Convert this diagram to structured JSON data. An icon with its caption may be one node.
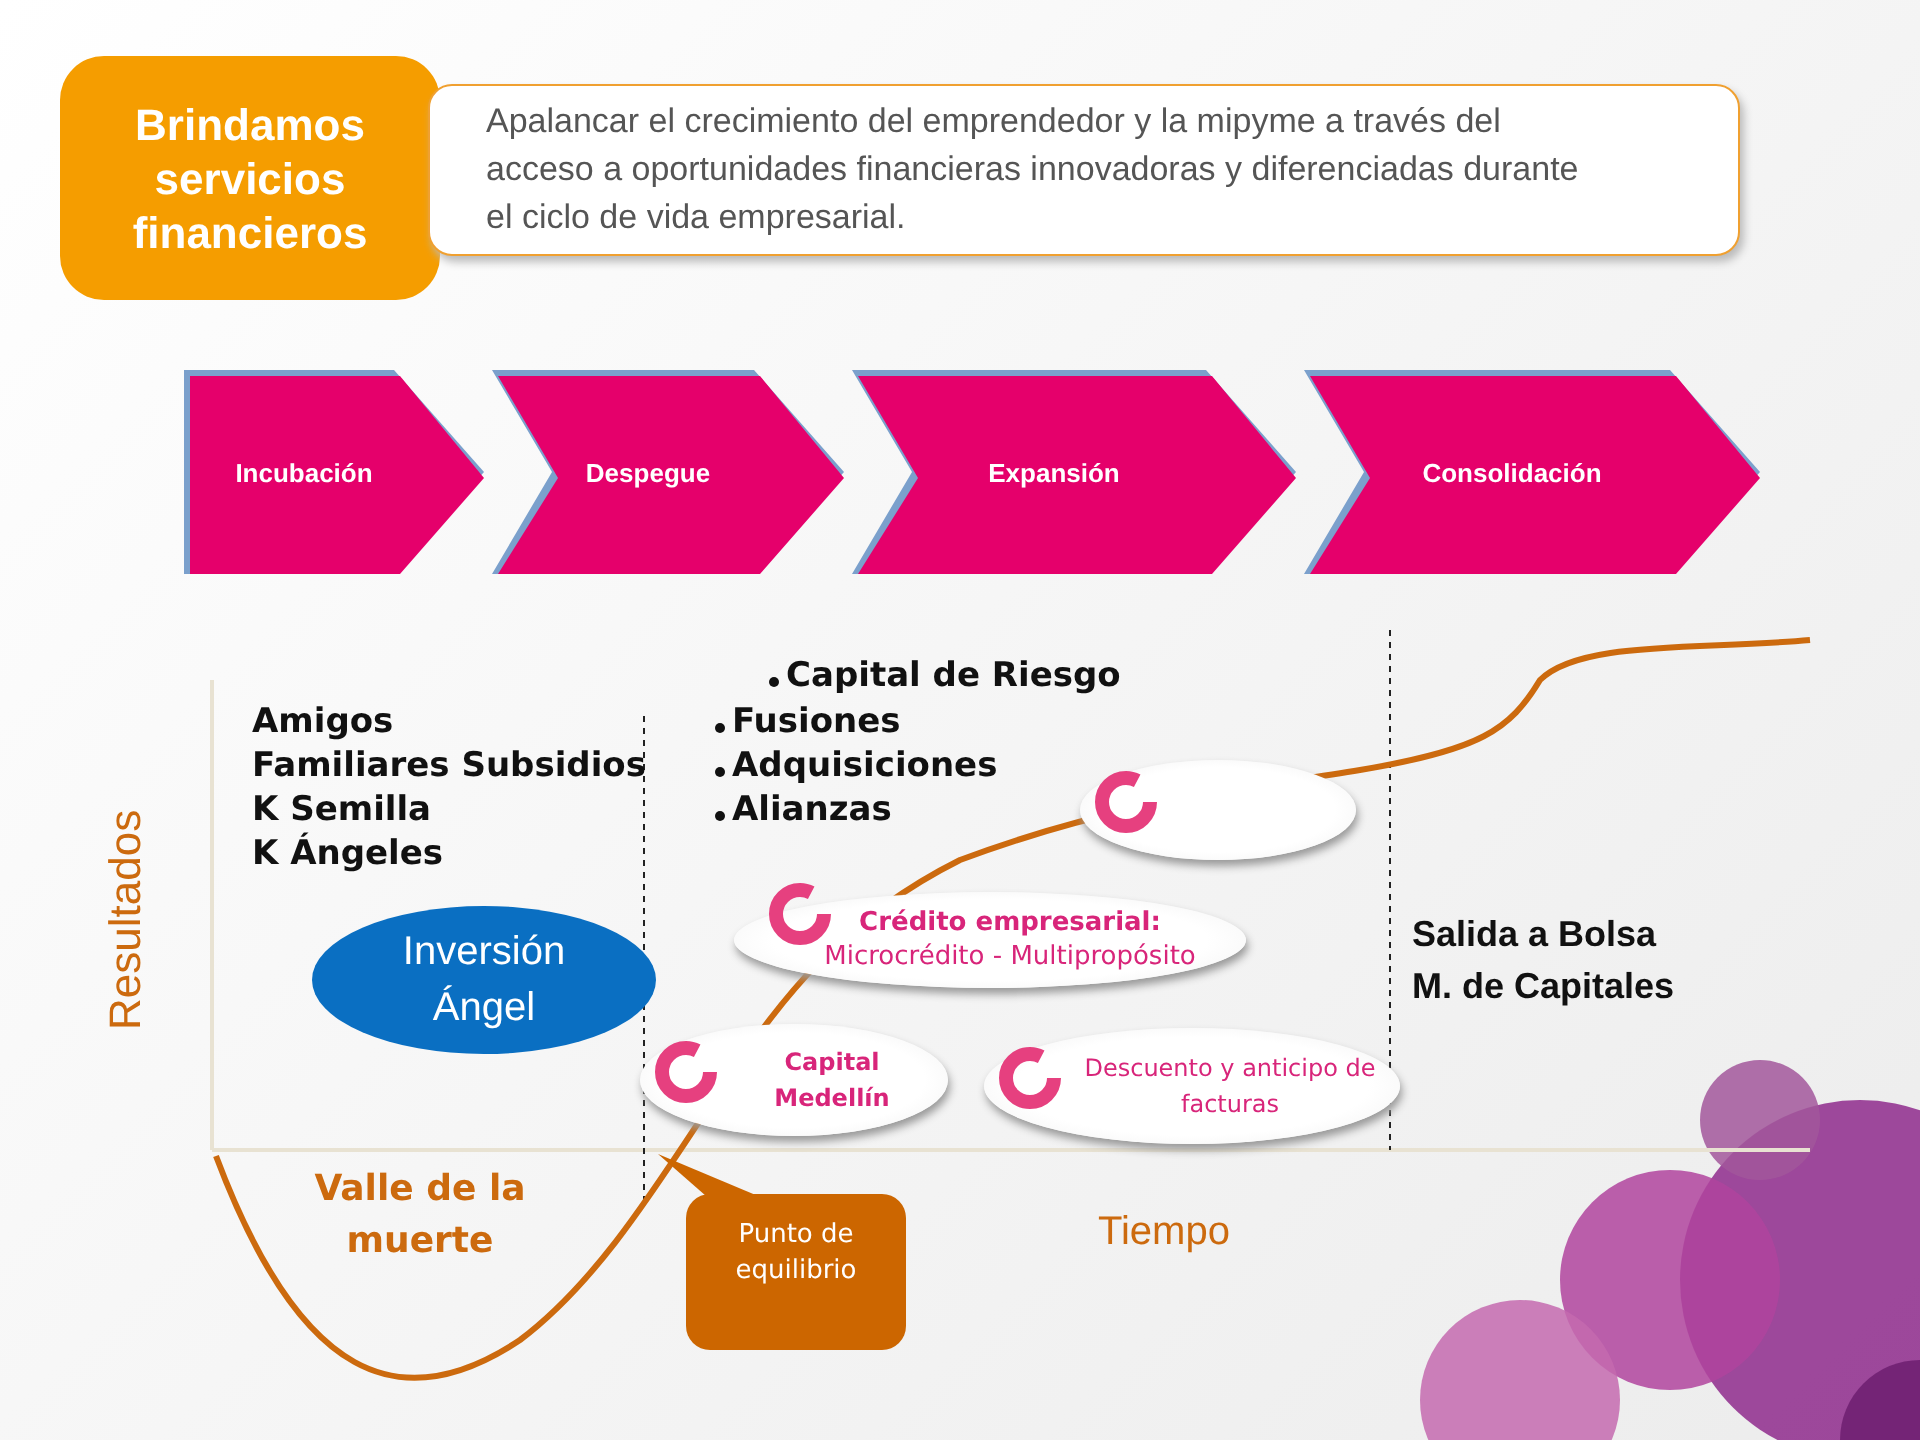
{
  "diagram": {
    "nodes": [
      {
        "text": [
          "Brindamos servicios financieros"
        ]
      },
      {
        "text": [
          "Apalancar el crecimiento del emprendedor y la mipyme a través del acceso a oportunidades financieras innovadoras y diferenciadas durante el ciclo de vida empresarial."
        ]
      },
      {
        "text": [
          "Incubación"
        ]
      },
      {
        "text": [
          "Despegue"
        ]
      },
      {
        "text": [
          "Expansión"
        ]
      },
      {
        "text": [
          "Consolidación"
        ]
      },
      {
        "text": [
          "Inversión Ángel"
        ]
      },
      {
        "text": [],
        "shape": "ellipse"
      },
      {
        "text": [
          "Crédito empresarial:",
          "Microcrédito - Multipropósito"
        ]
      },
      {
        "text": [
          "Capital Medellín"
        ]
      },
      {
        "text": [
          "Descuento y anticipo de facturas"
        ]
      },
      {
        "text": [
          "Punto de equilibrio"
        ]
      }
    ],
    "edges": [],
    "labels": [
      "Capital de Riesgo",
      "Amigos",
      "Fusiones",
      "Familiares Subsidios",
      "Adquisiciones",
      "K Semilla",
      "Alianzas",
      "K Ángeles",
      "Resultados",
      "Salida a Bolsa",
      "M. de Capitales",
      "Valle de la muerte",
      "Tiempo"
    ]
  }
}
